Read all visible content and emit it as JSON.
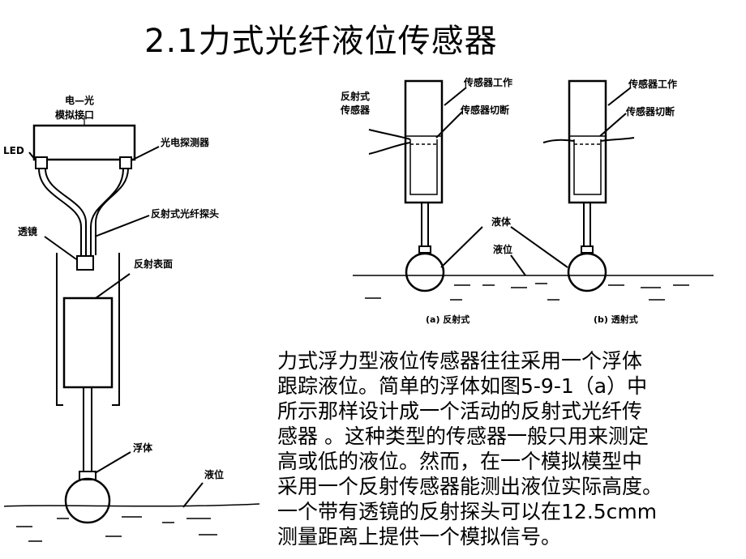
{
  "title": "2.1力式光纤液位传感器",
  "left_diagram": {
    "interface_label_line1": "电—光",
    "interface_label_line2": "模拟接口",
    "led_label": "LED",
    "detector_label": "光电探测器",
    "probe_label": "反射式光纤探头",
    "lens_label": "透镜",
    "reflect_surface_label": "反射表面",
    "float_label": "浮体",
    "level_label": "液位"
  },
  "right_diagrams": {
    "reflective_label_line1": "反射式",
    "reflective_label_line2": "传感器",
    "working_label_a": "传感器工作",
    "cutoff_label_a": "传感器切断",
    "working_label_b": "传感器工作",
    "cutoff_label_b": "传感器切断",
    "liquid_label": "液体",
    "level_label": "液位",
    "caption_a": "(a) 反射式",
    "caption_b": "(b) 透射式"
  },
  "description_lines": [
    "力式浮力型液位传感器往往采用一个浮体",
    "跟踪液位。简单的浮体如图5-9-1（a）中",
    "所示那样设计成一个活动的反射式光纤传",
    "感器 。这种类型的传感器一般只用来测定",
    "高或低的液位。然而，在一个模拟模型中",
    "采用一个反射传感器能测出液位实际高度。",
    "一个带有透镜的反射探头可以在12.5cmm",
    "测量距离上提供一个模拟信号。"
  ]
}
